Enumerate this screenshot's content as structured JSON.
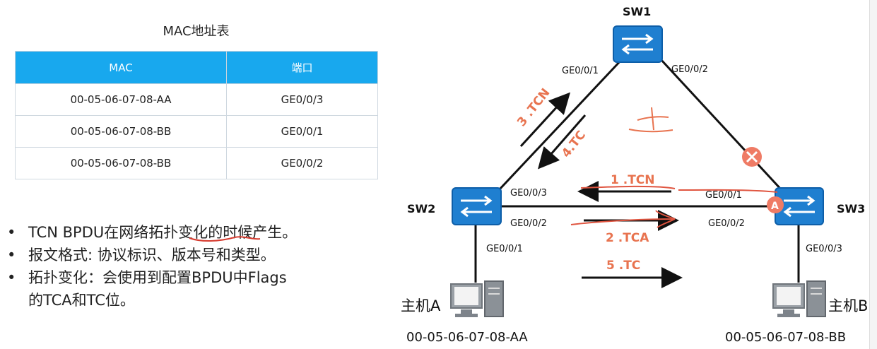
{
  "mac_table": {
    "title": "MAC地址表",
    "headers": [
      "MAC",
      "端口"
    ],
    "rows": [
      [
        "00-05-06-07-08-AA",
        "GE0/0/3"
      ],
      [
        "00-05-06-07-08-BB",
        "GE0/0/1"
      ],
      [
        "00-05-06-07-08-BB",
        "GE0/0/2"
      ]
    ]
  },
  "bullets": [
    "TCN BPDU在网络拓扑变化的时候产生。",
    "报文格式：协议标识、版本号和类型。",
    "拓扑变化：会使用到配置BPDU中Flags的TCA和TC位。"
  ],
  "bullet_lines": [
    [
      "TCN BPDU在网络拓扑变化的时候产生。"
    ],
    [
      "报文格式: 协议标识、版本号和类型。"
    ],
    [
      "拓扑变化：会使用到配置BPDU中Flags",
      "的TCA和TC位。"
    ]
  ],
  "diagram": {
    "switches": {
      "sw1": "SW1",
      "sw2": "SW2",
      "sw3": "SW3"
    },
    "ports": {
      "sw1_left": "GE0/0/1",
      "sw1_right": "GE0/0/2",
      "sw2_right_top": "GE0/0/3",
      "sw2_right_bottom": "GE0/0/2",
      "sw2_down": "GE0/0/1",
      "sw3_left_top": "GE0/0/1",
      "sw3_left_bottom": "GE0/0/2",
      "sw3_down": "GE0/0/3"
    },
    "hosts": {
      "a_label": "主机A",
      "a_mac": "00-05-06-07-08-AA",
      "b_label": "主机B",
      "b_mac": "00-05-06-07-08-BB"
    },
    "steps": {
      "s1": "1 .TCN",
      "s2": "2 .TCA",
      "s3": "3 .TCN",
      "s4": "4.TC",
      "s5": "5 .TC"
    },
    "port_badge": "A",
    "colors": {
      "switch_blue": "#1f7fd0",
      "annotation_red": "#e8734f",
      "table_header": "#18a8ee"
    }
  }
}
